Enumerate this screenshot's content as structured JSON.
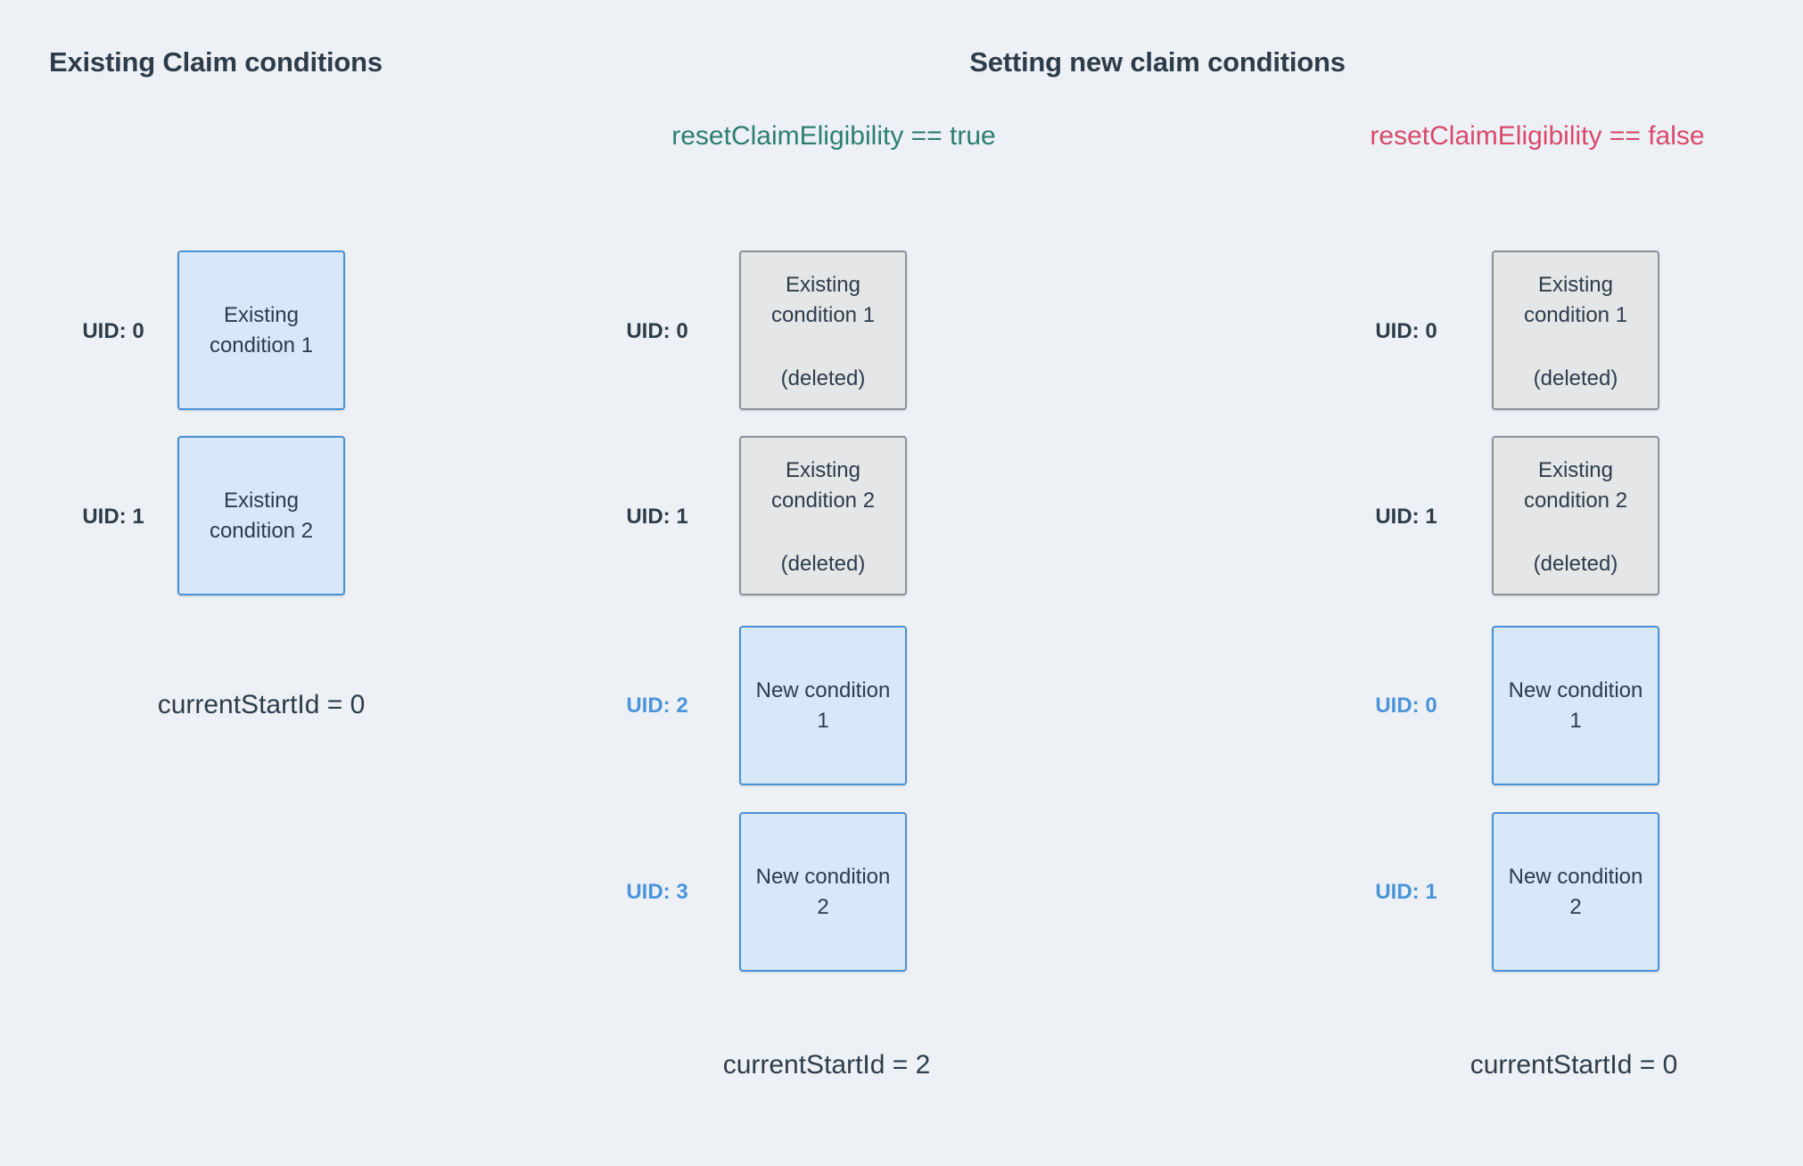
{
  "page": {
    "left_title": "Existing Claim conditions",
    "right_title": "Setting new claim conditions"
  },
  "scenarios": {
    "true_case": {
      "label": "resetClaimEligibility == true",
      "color": "#2d7f6d"
    },
    "false_case": {
      "label": "resetClaimEligibility == false",
      "color": "#d9496b"
    }
  },
  "columns": {
    "existing": {
      "items": [
        {
          "uid": "UID: 0",
          "label": "Existing condition 1"
        },
        {
          "uid": "UID: 1",
          "label": "Existing condition 2"
        }
      ],
      "footer": "currentStartId = 0"
    },
    "reset_true": {
      "items": [
        {
          "uid": "UID: 0",
          "label": "Existing condition 1",
          "note": "(deleted)"
        },
        {
          "uid": "UID: 1",
          "label": "Existing condition 2",
          "note": "(deleted)"
        },
        {
          "uid": "UID: 2",
          "label": "New condition 1"
        },
        {
          "uid": "UID: 3",
          "label": "New condition 2"
        }
      ],
      "footer": "currentStartId = 2"
    },
    "reset_false": {
      "items": [
        {
          "uid": "UID: 0",
          "label": "Existing condition 1",
          "note": "(deleted)"
        },
        {
          "uid": "UID: 1",
          "label": "Existing condition 2",
          "note": "(deleted)"
        },
        {
          "uid": "UID: 0",
          "label": "New condition 1"
        },
        {
          "uid": "UID: 1",
          "label": "New condition 2"
        }
      ],
      "footer": "currentStartId = 0"
    }
  },
  "colors": {
    "background": "#edf1f5",
    "text_dark": "#2e3c4a",
    "uid_blue": "#4a94da",
    "box_blue_fill": "#d7e8f8",
    "box_blue_border": "#4a90d5",
    "box_gray_fill": "#e4e6e8",
    "box_gray_border": "#8a9298",
    "true_green": "#2d7f6d",
    "false_red": "#d9496b"
  }
}
